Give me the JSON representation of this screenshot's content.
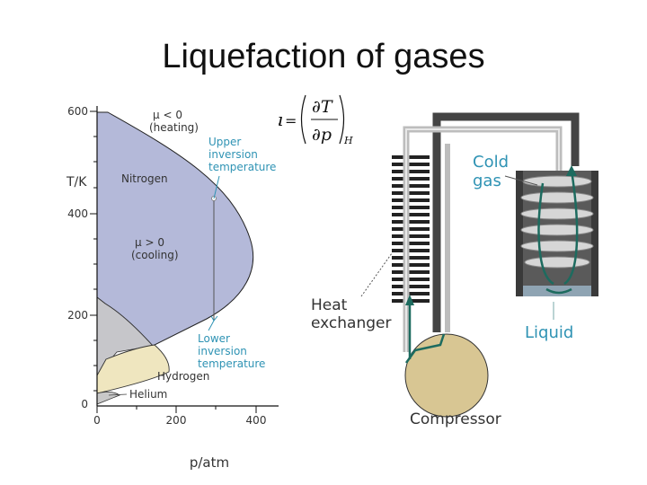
{
  "slide": {
    "title": "Liquefaction of gases"
  },
  "equation": {
    "lhs": "μ",
    "equals": "=",
    "numerator": "∂T",
    "denominator": "∂p",
    "subscript": "H"
  },
  "phase_plot": {
    "y_label": "T/K",
    "x_label": "p/atm",
    "y_ticks": [
      "600",
      "400",
      "200",
      "0"
    ],
    "x_ticks": [
      "0",
      "200",
      "400"
    ],
    "region_heating_line1": "μ < 0",
    "region_heating_line2": "(heating)",
    "region_cooling_line1": "μ > 0",
    "region_cooling_line2": "(cooling)",
    "upper_inv_line1": "Upper",
    "upper_inv_line2": "inversion",
    "upper_inv_line3": "temperature",
    "lower_inv_line1": "Lower",
    "lower_inv_line2": "inversion",
    "lower_inv_line3": "temperature",
    "gas_nitrogen": "Nitrogen",
    "gas_hydrogen": "Hydrogen",
    "gas_helium": "Helium",
    "colors": {
      "nitrogen": "#b4b9d9",
      "hydrogen": "#efe6bf",
      "helium": "#c8c8c8",
      "accent": "#2f93b4"
    }
  },
  "apparatus": {
    "cold_gas_line1": "Cold",
    "cold_gas_line2": "gas",
    "heat_line1": "Heat",
    "heat_line2": "exchanger",
    "liquid": "Liquid",
    "compressor": "Compressor",
    "colors": {
      "compressor": "#d8c693",
      "arrow": "#1d6b5f",
      "label": "#2f93b4"
    }
  }
}
